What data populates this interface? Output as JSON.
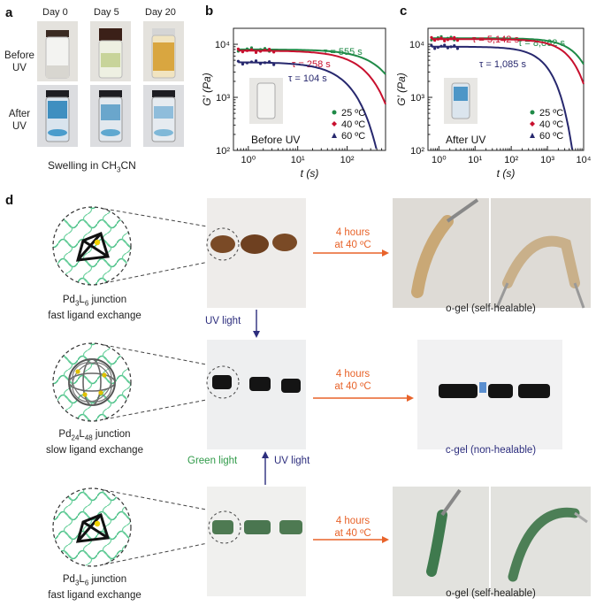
{
  "panel_a": {
    "letter": "a",
    "days": [
      "Day 0",
      "Day 5",
      "Day 20"
    ],
    "rows": [
      "Before\nUV",
      "After\nUV"
    ],
    "caption_main": "Swelling in CH",
    "caption_sub": "3",
    "caption_end": "CN"
  },
  "panel_b": {
    "letter": "b",
    "inset_label": "Before UV"
  },
  "panel_c": {
    "letter": "c",
    "inset_label": "After UV"
  },
  "panel_d": {
    "letter": "d",
    "junction_top": {
      "formula": [
        "Pd",
        "3",
        "L",
        "6",
        " junction"
      ],
      "desc": "fast ligand exchange"
    },
    "junction_mid": {
      "formula": [
        "Pd",
        "24",
        "L",
        "48",
        " junction"
      ],
      "desc": "slow ligand exchange"
    },
    "junction_bot": {
      "formula": [
        "Pd",
        "3",
        "L",
        "6",
        " junction"
      ],
      "desc": "fast ligand exchange"
    },
    "condition_1": "4 hours\nat 40 ºC",
    "condition_2": "4 hours\nat 40 ºC",
    "condition_3": "4 hours\nat 40 ºC",
    "uv_light_down": "UV light",
    "uv_light_up": "UV light",
    "green_light": "Green light",
    "result_top": "o-gel (self-healable)",
    "result_mid": "c-gel (non-healable)",
    "result_bot": "o-gel (self-healable)"
  },
  "colors": {
    "series_25": "#1f8a47",
    "series_40": "#c8102e",
    "series_60": "#27286e",
    "arrow_orange": "#e8632a",
    "arrow_blue": "#2c2d7d",
    "gel_green": "#2f9a48"
  },
  "chart_data": [
    {
      "panel": "b",
      "type": "line",
      "xlabel": "t (s)",
      "ylabel": "G′ (Pa)",
      "xscale": "log",
      "yscale": "log",
      "xlim": [
        0.5,
        600
      ],
      "ylim": [
        100,
        20000
      ],
      "xticks": [
        1,
        10,
        100
      ],
      "xtick_labels": [
        "10⁰",
        "10¹",
        "10²"
      ],
      "yticks": [
        100,
        1000,
        10000
      ],
      "ytick_labels": [
        "10²",
        "10³",
        "10⁴"
      ],
      "legend": [
        "25 ºC",
        "40 ºC",
        "60 ºC"
      ],
      "legend_position": "bottom-right",
      "series": [
        {
          "name": "25 ºC",
          "G0": 8000,
          "tau": 555,
          "tau_label": "τ = 555 s"
        },
        {
          "name": "40 ºC",
          "G0": 7600,
          "tau": 258,
          "tau_label": "τ = 258 s"
        },
        {
          "name": "60 ºC",
          "G0": 4600,
          "tau": 104,
          "tau_label": "τ = 104 s"
        }
      ]
    },
    {
      "panel": "c",
      "type": "line",
      "xlabel": "t (s)",
      "ylabel": "G′ (Pa)",
      "xscale": "log",
      "yscale": "log",
      "xlim": [
        0.5,
        10000
      ],
      "ylim": [
        100,
        20000
      ],
      "xticks": [
        1,
        10,
        100,
        1000,
        10000
      ],
      "xtick_labels": [
        "10⁰",
        "10¹",
        "10²",
        "10³",
        "10⁴"
      ],
      "yticks": [
        100,
        1000,
        10000
      ],
      "ytick_labels": [
        "10²",
        "10³",
        "10⁴"
      ],
      "legend": [
        "25 ºC",
        "40 ºC",
        "60 ºC"
      ],
      "legend_position": "bottom-right",
      "series": [
        {
          "name": "25 ºC",
          "G0": 13000,
          "tau": 8862,
          "tau_label": "τ = 8,862 s"
        },
        {
          "name": "40 ºC",
          "G0": 12500,
          "tau": 5142,
          "tau_label": "τ = 5,142 s"
        },
        {
          "name": "60 ºC",
          "G0": 9000,
          "tau": 1085,
          "tau_label": "τ = 1,085 s"
        }
      ]
    }
  ]
}
